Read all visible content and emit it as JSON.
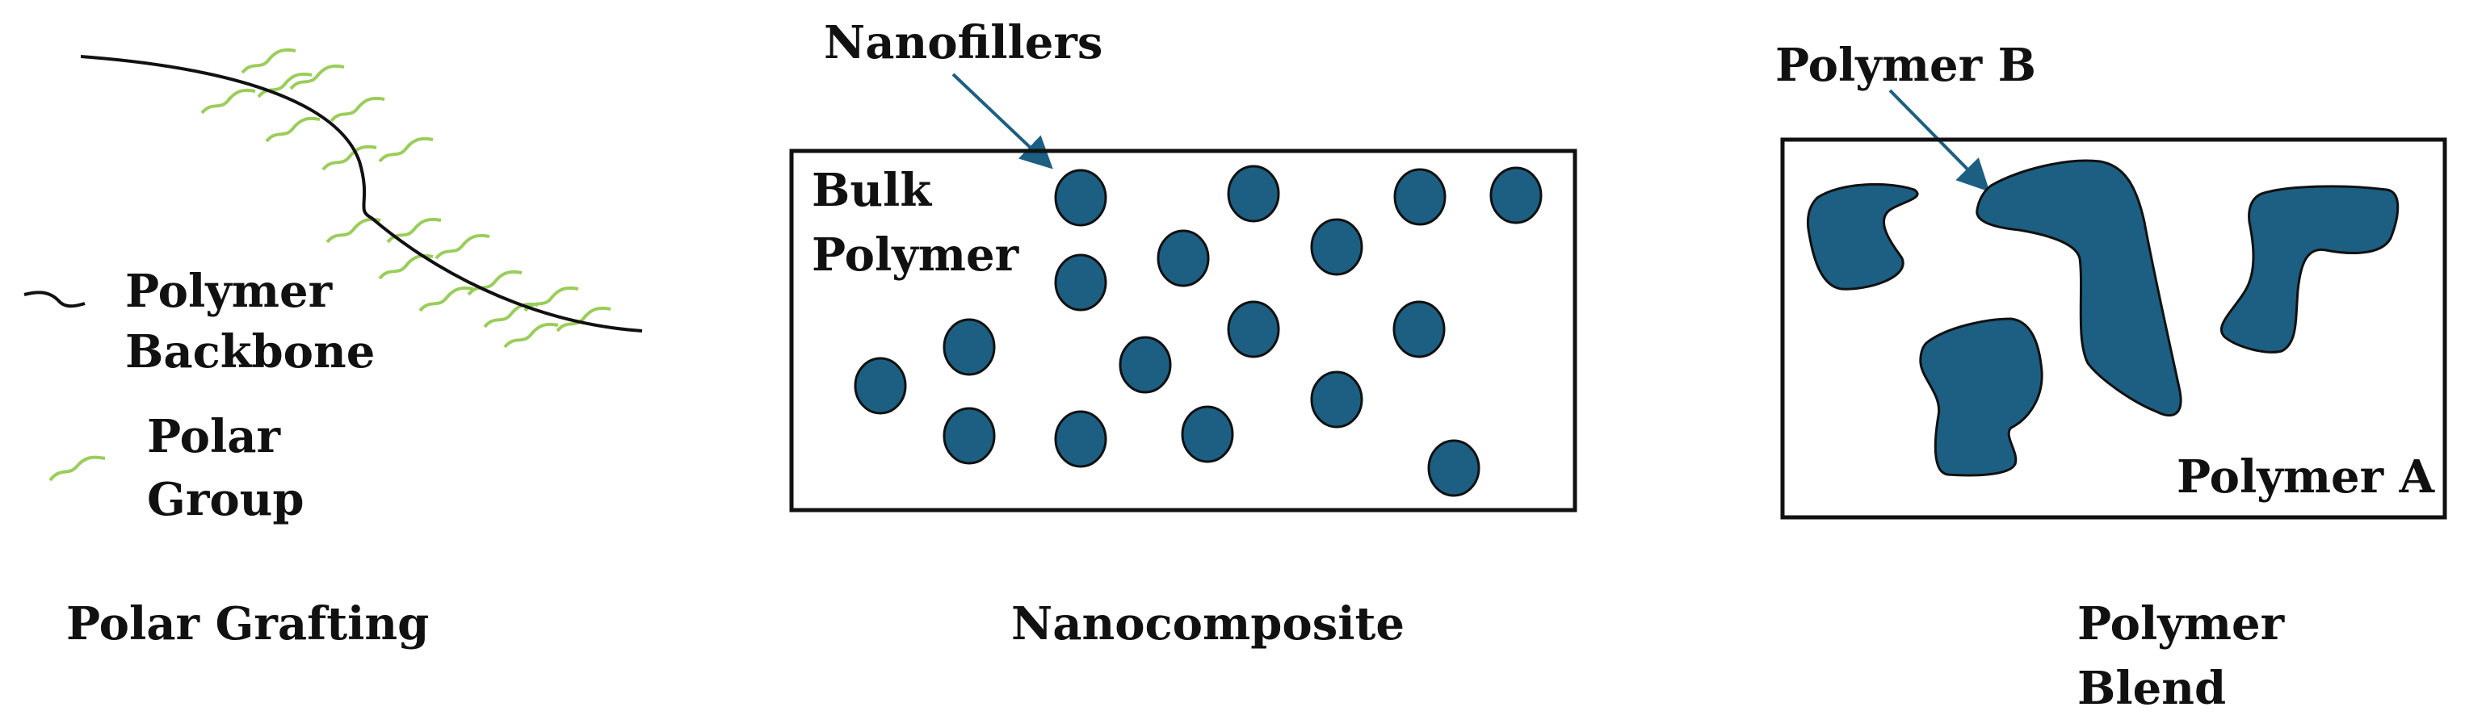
{
  "colors": {
    "ink": "#111111",
    "graft_green": "#9acd5a",
    "fill_blue": "#1c5f82",
    "arrow": "#1c5f82"
  },
  "panel_grafting": {
    "legend_backbone_line1": "Polymer",
    "legend_backbone_line2": "Backbone",
    "legend_polar_line1": "Polar",
    "legend_polar_line2": "Group",
    "caption": "Polar Grafting"
  },
  "panel_nanocomposite": {
    "pointer_label": "Nanofillers",
    "box_label_line1": "Bulk",
    "box_label_line2": "Polymer",
    "caption": "Nanocomposite"
  },
  "panel_blend": {
    "pointer_label": "Polymer B",
    "box_label": "Polymer A",
    "caption_line1": "Polymer",
    "caption_line2": "Blend"
  }
}
